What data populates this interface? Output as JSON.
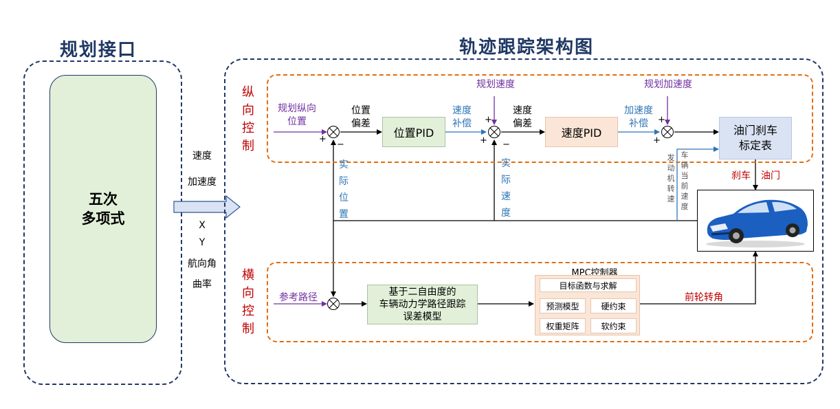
{
  "titles": {
    "left": "规划接口",
    "right": "轨迹跟踪架构图"
  },
  "poly_block": [
    "五次",
    "多项式"
  ],
  "interface_labels": [
    "速度",
    "加速度",
    "X",
    "Y",
    "航向角",
    "曲率"
  ],
  "long_ctrl": {
    "section_label": "纵向控制",
    "input_label": [
      "规划纵向",
      "位置"
    ],
    "pos_error": [
      "位置",
      "偏差"
    ],
    "pos_pid": "位置PID",
    "speed_comp": [
      "速度",
      "补偿"
    ],
    "planned_speed": "规划速度",
    "speed_error": [
      "速度",
      "偏差"
    ],
    "speed_pid": "速度PID",
    "accel_comp": [
      "加速度",
      "补偿"
    ],
    "planned_accel": "规划加速度",
    "throttle_block": [
      "油门刹车",
      "标定表"
    ],
    "actual_pos": "实际位置",
    "actual_speed": "实际速度",
    "engine_speed": "发动机转速",
    "vehicle_speed": "车辆当前速度",
    "brake": "刹车",
    "throttle": "油门"
  },
  "lat_ctrl": {
    "section_label": "横向控制",
    "ref_path": "参考路径",
    "model_block": [
      "基于二自由度的",
      "车辆动力学路径跟踪",
      "误差模型"
    ],
    "mpc_title": "MPC控制器",
    "mpc_items": {
      "objective": "目标函数与求解",
      "predict": "预测模型",
      "hard": "硬约束",
      "weight": "权重矩阵",
      "soft": "软约束"
    },
    "front_steer": "前轮转角"
  },
  "signs": {
    "plus": "+",
    "minus": "−"
  },
  "colors": {
    "navy": "#1f3864",
    "orange": "#e46c0a",
    "red": "#c00000",
    "purple": "#7030a0",
    "blue": "#2e75b6"
  }
}
